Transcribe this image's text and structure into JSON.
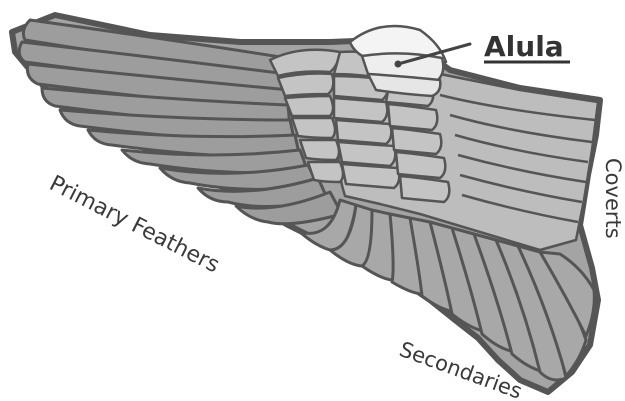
{
  "labels": {
    "alula": "Alula",
    "primary_feathers": "Primary Feathers",
    "secondaries": "Secondaries",
    "coverts": "Coverts"
  },
  "colors": {
    "outline": "#555555",
    "primary_fill": "#9d9d9d",
    "secondary_fill": "#a8a8a8",
    "covert_fill": "#bdbdbd",
    "alula_fill": "#f4f4f4",
    "text": "#3a3a3a"
  }
}
